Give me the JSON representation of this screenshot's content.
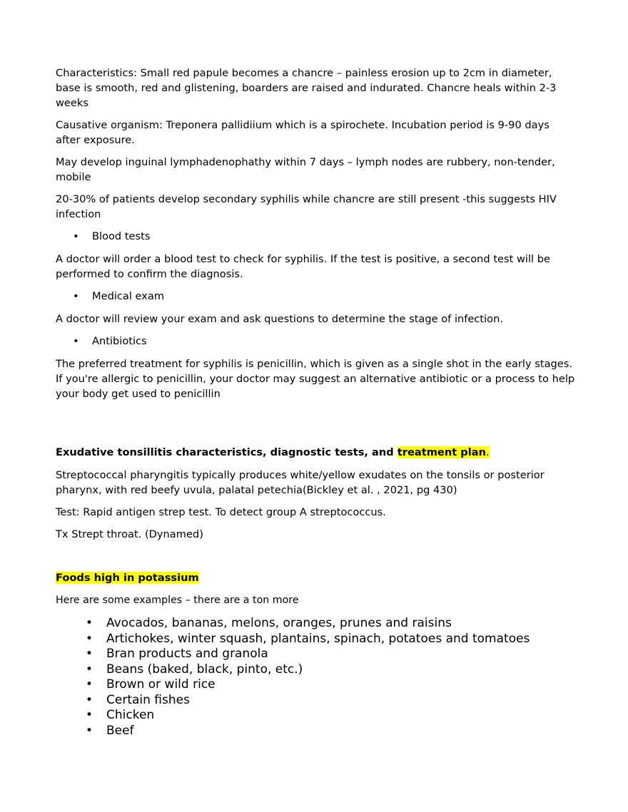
{
  "syphilis": {
    "paragraphs": [
      "Characteristics: Small red papule becomes a chancre – painless erosion up to 2cm  in diameter, base is smooth, red and glistening, boarders are raised and indurated.  Chancre heals within 2-3 weeks",
      "Causative organism: Treponera pallidiium which is a spirochete.  Incubation period is 9-90 days after exposure.",
      "May develop inguinal lymphadenophathy within 7 days – lymph nodes are rubbery, non-tender, mobile",
      "20-30% of patients develop secondary syphilis while chancre are still present  -this suggests HIV infection"
    ],
    "bullet_glyph": "•",
    "sections": [
      {
        "bullet": "Blood tests",
        "text": "A doctor will order a blood test to check for syphilis. If the test is positive, a second test will be performed to confirm the diagnosis."
      },
      {
        "bullet": "Medical exam",
        "text": "A doctor will review your exam and ask questions to determine the stage of infection."
      },
      {
        "bullet": "Antibiotics",
        "text": "The preferred treatment for syphilis is penicillin, which is given as a single shot in the early stages. If you're allergic to penicillin, your doctor may suggest an alternative antibiotic or a process to help your body get used to penicillin"
      }
    ]
  },
  "tonsillitis": {
    "heading_plain": "Exudative tonsillitis characteristics, diagnostic tests, and ",
    "heading_highlight": "treatment plan",
    "heading_end": ".",
    "paragraphs": [
      "Streptococcal pharyngitis typically produces white/yellow exudates on the tonsils or posterior pharynx, with red beefy uvula, palatal petechia(Bickley et al. , 2021, pg 430)",
      "Test: Rapid antigen strep test. To detect group A streptococcus.",
      "Tx Strept throat. (Dynamed)"
    ]
  },
  "potassium": {
    "heading": "Foods high in potassium",
    "intro": "Here are some examples – there are a ton more",
    "items": [
      "Avocados, bananas, melons, oranges, prunes and raisins",
      "Artichokes, winter squash, plantains, spinach, potatoes and tomatoes",
      "Bran products and granola",
      "Beans (baked, black, pinto, etc.)",
      "Brown or wild rice",
      "Certain fishes",
      "Chicken",
      "Beef"
    ]
  },
  "colors": {
    "highlight": "#ffff00",
    "text": "#000000"
  }
}
